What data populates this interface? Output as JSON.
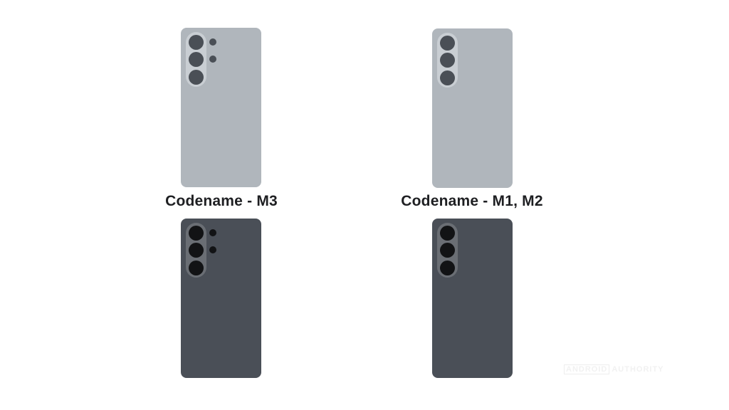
{
  "labels": {
    "left": "Codename - M3",
    "right": "Codename - M1, M2"
  },
  "watermark": {
    "brand_box": "ANDROID",
    "brand_text": "AUTHORITY"
  },
  "phones": [
    {
      "id": "m3-light",
      "variant": "light",
      "lenses": 3,
      "extra_sensors": 2
    },
    {
      "id": "m1m2-light",
      "variant": "light",
      "lenses": 3,
      "extra_sensors": 0
    },
    {
      "id": "m3-dark",
      "variant": "dark",
      "lenses": 3,
      "extra_sensors": 2
    },
    {
      "id": "m1m2-dark",
      "variant": "dark",
      "lenses": 3,
      "extra_sensors": 0
    }
  ],
  "colors": {
    "light_body": "#b0b6bc",
    "light_pill": "#c9ced3",
    "light_lens": "#4a4f56",
    "dark_body": "#4a4f57",
    "dark_pill": "#6a6e74",
    "dark_lens": "#121315",
    "label": "#1e1f22"
  }
}
